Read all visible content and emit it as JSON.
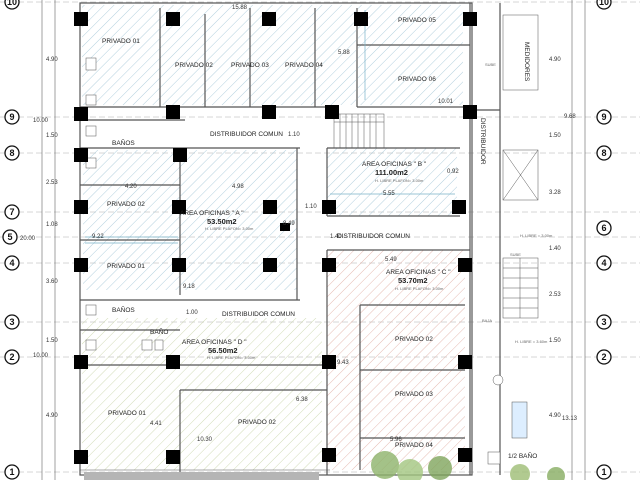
{
  "rooms": {
    "privado_01_top": "PRIVADO 01",
    "privado_02_top": "PRIVADO 02",
    "privado_03_top": "PRIVADO 03",
    "privado_04_top": "PRIVADO 04",
    "privado_05": "PRIVADO 05",
    "privado_06": "PRIVADO 06",
    "banos_top": "BAÑOS",
    "distribuidor_1": "DISTRIBUIDOR COMUN",
    "area_a": "AREA OFICINAS \" A \"",
    "area_a_val": "53.50m2",
    "area_b": "AREA OFICINAS \" B \"",
    "area_b_val": "111.00m2",
    "privado_02_mid": "PRIVADO 02",
    "privado_01_mid": "PRIVADO 01",
    "distribuidor_2": "DISTRIBUIDOR COMUN",
    "area_c": "AREA OFICINAS \" C \"",
    "area_c_val": "53.70m2",
    "banos_bottom": "BAÑOS",
    "bano": "BAÑO",
    "distribuidor_3": "DISTRIBUIDOR COMUN",
    "area_d": "AREA OFICINAS \" D \"",
    "area_d_val": "56.50m2",
    "privado_02_c": "PRIVADO 02",
    "privado_03_c": "PRIVADO 03",
    "privado_04_c": "PRIVADO 04",
    "privado_01_d": "PRIVADO 01",
    "privado_02_d": "PRIVADO 02",
    "medidores": "MEDIDORES",
    "distribuidor_v": "DISTRIBUIDOR",
    "medio_bano": "1/2 BAÑO",
    "sube": "SUBE",
    "baja": "BAJA"
  },
  "notes": {
    "h_libre_a": "H. LIBRE PLAFON= 3.00m",
    "h_libre_b": "H. LIBRE PLAFON= 3.00m",
    "h_libre_c": "H. LIBRE PLAFON= 3.00m",
    "h_libre_d": "H. LIBRE PLAFON= 3.00m",
    "h_libre_e": "H. LIBRE = 3.00m",
    "h_libre_f": "H. LIBRE = 3.60m"
  },
  "dimensions": {
    "d1588": "15.88",
    "d588": "5.88",
    "d1001": "10.01",
    "d110a": "1.10",
    "d420": "4.20",
    "d498": "4.98",
    "d555": "5.55",
    "d092": "0.92",
    "d110b": "1.10",
    "d849": "8.49",
    "d922": "9.22",
    "d140": "1.40",
    "d549": "5.49",
    "d918": "9.18",
    "d100": "1.00",
    "d943": "9.43",
    "d638": "6.38",
    "d441": "4.41",
    "d1030": "10.30",
    "d596": "5.96"
  },
  "left_dims": [
    "4.90",
    "10.00",
    "1.50",
    "2.53",
    "1.08",
    "20.00",
    "3.60",
    "1.50",
    "10.00",
    "4.90"
  ],
  "right_dims": [
    "4.90",
    "9.68",
    "1.50",
    "3.28",
    "1.40",
    "2.53",
    "1.50",
    "4.90",
    "13.13"
  ],
  "axes_left": [
    "10",
    "9",
    "8",
    "7",
    "5",
    "4",
    "3",
    "2",
    "1"
  ],
  "axes_right": [
    "10",
    "9",
    "8",
    "6",
    "4",
    "3",
    "2",
    "1"
  ],
  "colors": {
    "hatch_blue": "#9fc4d6",
    "hatch_red": "#e0a9a0",
    "hatch_green": "#c7d3a6",
    "column": "#000000",
    "wall": "#555555"
  }
}
